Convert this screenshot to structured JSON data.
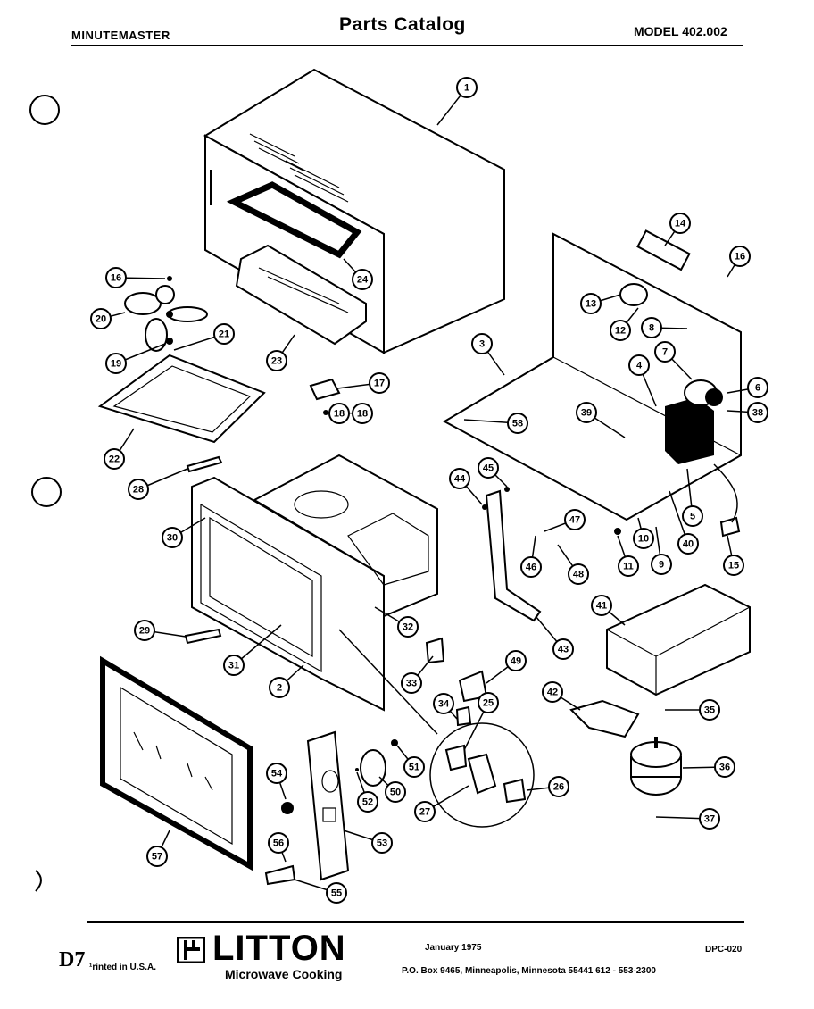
{
  "header": {
    "brand": "MINUTEMASTER",
    "brand_mark": "•",
    "title": "Parts Catalog",
    "model": "MODEL 402.002"
  },
  "footer": {
    "page": "D7",
    "printed": "¹rinted in U.S.A.",
    "logo_name": "LITTON",
    "logo_sub": "Microwave Cooking",
    "date": "January 1975",
    "address": "P.O. Box 9465, Minneapolis, Minnesota 55441  612 - 553-2300",
    "code": "DPC-020"
  },
  "parts": [
    "1",
    "2",
    "3",
    "4",
    "5",
    "6",
    "7",
    "8",
    "9",
    "10",
    "11",
    "12",
    "13",
    "14",
    "15",
    "16",
    "17",
    "18",
    "19",
    "20",
    "21",
    "22",
    "23",
    "24",
    "25",
    "26",
    "27",
    "28",
    "29",
    "30",
    "31",
    "32",
    "33",
    "34",
    "35",
    "36",
    "37",
    "38",
    "39",
    "40",
    "41",
    "42",
    "43",
    "44",
    "45",
    "46",
    "47",
    "48",
    "49",
    "50",
    "51",
    "52",
    "53",
    "54",
    "55",
    "56",
    "57",
    "58",
    "16",
    "18"
  ]
}
